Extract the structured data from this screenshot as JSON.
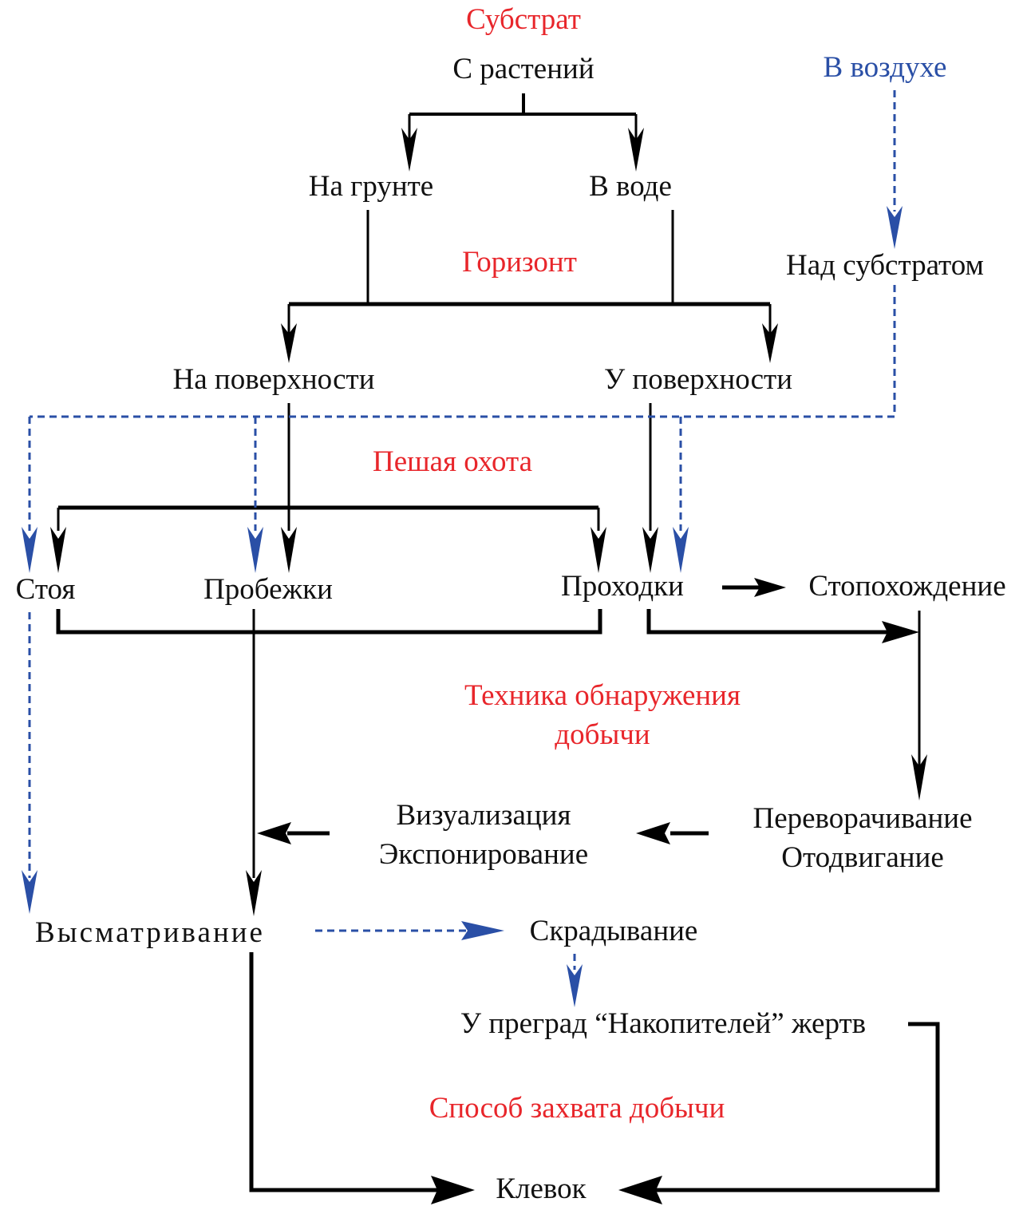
{
  "colors": {
    "category": "#e8262b",
    "air_path": "#2a4fa6",
    "node": "#111111",
    "arrow": "#000000"
  },
  "categories": {
    "substrate": "Субстрат",
    "horizon": "Горизонт",
    "foot_hunting": "Пешая охота",
    "detection_technique": "Техника обнаружения\nдобычи",
    "capture_method": "Способ захвата добычи"
  },
  "nodes": {
    "from_plants": "С растений",
    "in_air": "В воздухе",
    "on_ground": "На грунте",
    "in_water": "В воде",
    "above_substrate": "Над субстратом",
    "on_surface": "На поверхности",
    "near_surface": "У поверхности",
    "standing": "Стоя",
    "runs": "Пробежки",
    "walks": "Проходки",
    "foot_stirring": "Стопохождение",
    "visualization": "Визуализация\nЭкспонирование",
    "turning": "Переворачивание\nОтодвигание",
    "watching": "Высматривание",
    "stalking": "Скрадывание",
    "at_barriers": "У преград “Накопителей” жертв",
    "peck": "Клевок"
  }
}
